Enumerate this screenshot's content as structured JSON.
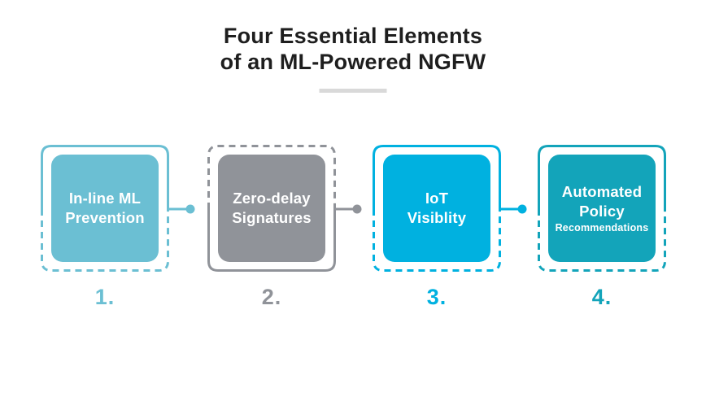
{
  "title": {
    "line1": "Four Essential Elements",
    "line2": "of an ML-Powered NGFW"
  },
  "items": [
    {
      "number": "1.",
      "line1": "In-line ML",
      "line2": "Prevention",
      "color": "#6bbfd3"
    },
    {
      "number": "2.",
      "line1": "Zero-delay",
      "line2": "Signatures",
      "color": "#909399"
    },
    {
      "number": "3.",
      "line1": "IoT",
      "line2": "Visiblity",
      "color": "#00b1e0"
    },
    {
      "number": "4.",
      "line1": "Automated",
      "line2": "Policy",
      "sub": "Recommendations",
      "color": "#13a4ba"
    }
  ],
  "colors": {
    "title_text": "#1e1e1e",
    "divider": "#d9d9d9",
    "background": "#ffffff",
    "card_text": "#ffffff"
  }
}
